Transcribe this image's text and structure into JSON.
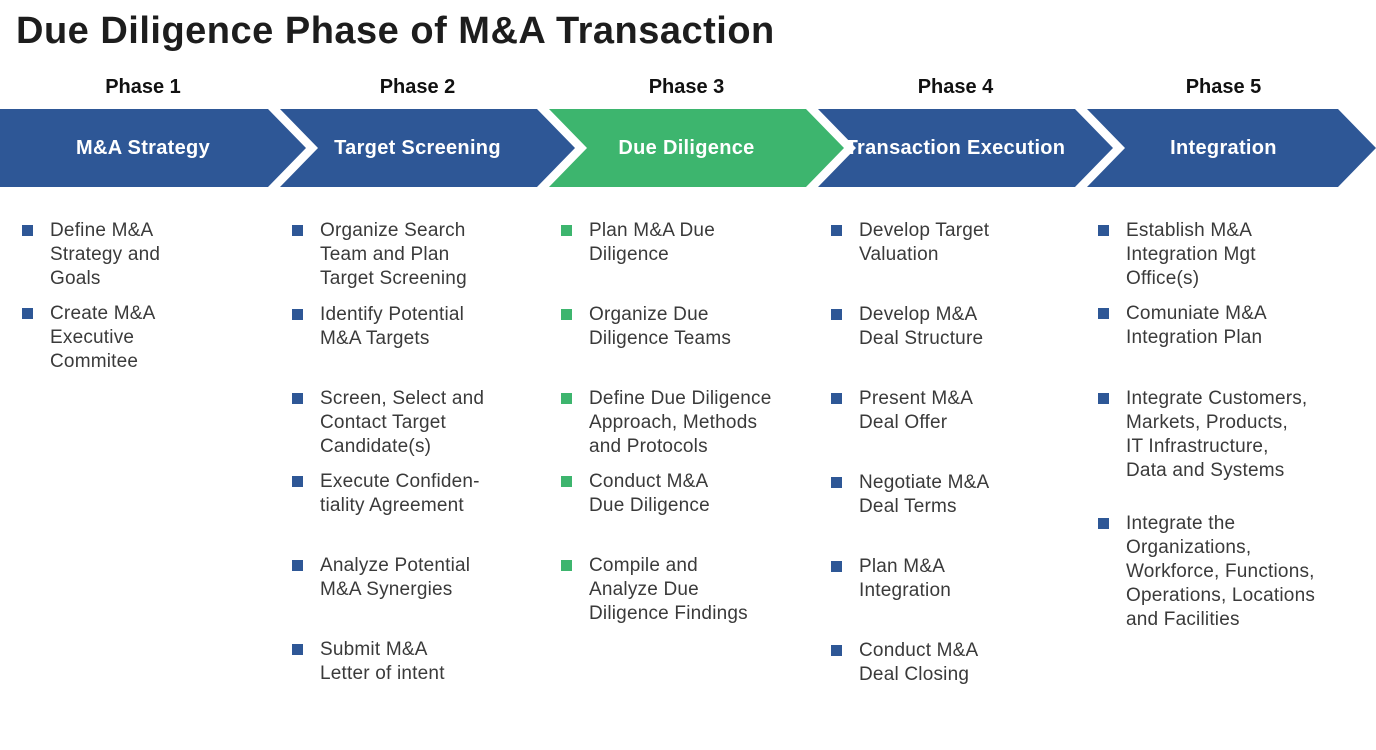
{
  "title": "Due Diligence Phase of M&A Transaction",
  "colors": {
    "blue": "#2E5796",
    "green": "#3DB56E",
    "text": "#3A3A3A",
    "title": "#1D1D1D"
  },
  "phases": [
    {
      "label": "Phase 1",
      "name": "M&A Strategy",
      "color": "#2E5796",
      "items": [
        "Define M&A\nStrategy and\nGoals",
        "Create M&A\nExecutive\nCommitee"
      ]
    },
    {
      "label": "Phase 2",
      "name": "Target Screening",
      "color": "#2E5796",
      "items": [
        "Organize Search\nTeam and Plan\nTarget Screening",
        "Identify Potential\nM&A Targets",
        "Screen, Select and\nContact Target\nCandidate(s)",
        "Execute Confiden-\ntiality Agreement",
        "Analyze Potential\nM&A Synergies",
        "Submit M&A\nLetter of intent"
      ]
    },
    {
      "label": "Phase 3",
      "name": "Due Diligence",
      "color": "#3DB56E",
      "items": [
        "Plan M&A Due\nDiligence",
        "Organize Due\nDiligence Teams",
        "Define Due Diligence\nApproach, Methods\nand Protocols",
        "Conduct M&A\nDue Diligence",
        "Compile and\nAnalyze Due\nDiligence Findings"
      ]
    },
    {
      "label": "Phase 4",
      "name": "Transaction Execution",
      "color": "#2E5796",
      "items": [
        "Develop Target\nValuation",
        "Develop M&A\nDeal Structure",
        "Present M&A\nDeal Offer",
        "Negotiate M&A\nDeal Terms",
        "Plan M&A\nIntegration",
        "Conduct M&A\nDeal Closing"
      ]
    },
    {
      "label": "Phase 5",
      "name": "Integration",
      "color": "#2E5796",
      "items": [
        "Establish M&A\nIntegration Mgt\nOffice(s)",
        "Comuniate M&A\nIntegration Plan",
        "Integrate Customers,\nMarkets, Products,\nIT Infrastructure,\nData and Systems",
        "Integrate the\nOrganizations,\nWorkforce, Functions,\nOperations, Locations\nand Facilities"
      ]
    }
  ]
}
